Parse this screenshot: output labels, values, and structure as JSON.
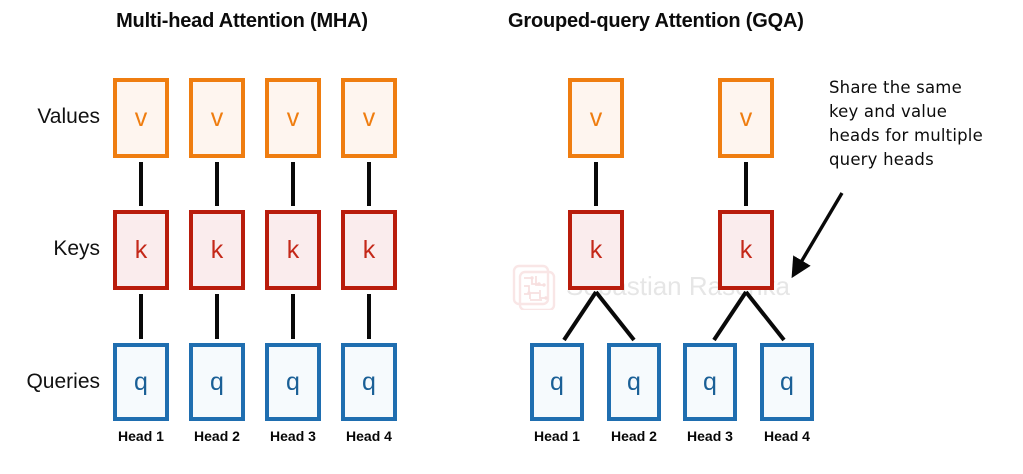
{
  "panels": [
    {
      "id": "mha",
      "title": "Multi-head Attention (MHA)",
      "rows": [
        {
          "label": "Values",
          "token": "v",
          "count": 4
        },
        {
          "label": "Keys",
          "token": "k",
          "count": 4
        },
        {
          "label": "Queries",
          "token": "q",
          "count": 4
        }
      ],
      "heads": [
        "Head 1",
        "Head 2",
        "Head 3",
        "Head 4"
      ]
    },
    {
      "id": "gqa",
      "title": "Grouped-query Attention (GQA)",
      "rows": [
        {
          "label": "",
          "token": "v",
          "count": 2
        },
        {
          "label": "",
          "token": "k",
          "count": 2
        },
        {
          "label": "",
          "token": "q",
          "count": 4
        }
      ],
      "heads": [
        "Head 1",
        "Head 2",
        "Head 3",
        "Head 4"
      ]
    }
  ],
  "tokens": {
    "value": "v",
    "key": "k",
    "query": "q"
  },
  "row_labels": {
    "values": "Values",
    "keys": "Keys",
    "queries": "Queries"
  },
  "heads": {
    "h1": "Head 1",
    "h2": "Head 2",
    "h3": "Head 3",
    "h4": "Head 4"
  },
  "annotation": {
    "line1": "Share the same",
    "line2": "key and value",
    "line3": "heads for multiple",
    "line4": "query heads"
  },
  "watermark": {
    "text": "Sebastian Raschka"
  },
  "colors": {
    "value_stroke": "#ef7d10",
    "value_fill": "#fef5ef",
    "key_stroke": "#b91c0c",
    "key_fill": "#faeced",
    "query_stroke": "#1f6eb0",
    "query_fill": "#f6fafd",
    "connector": "#090909",
    "text": "#0b0b0b",
    "watermark": "#e6e6e6"
  }
}
